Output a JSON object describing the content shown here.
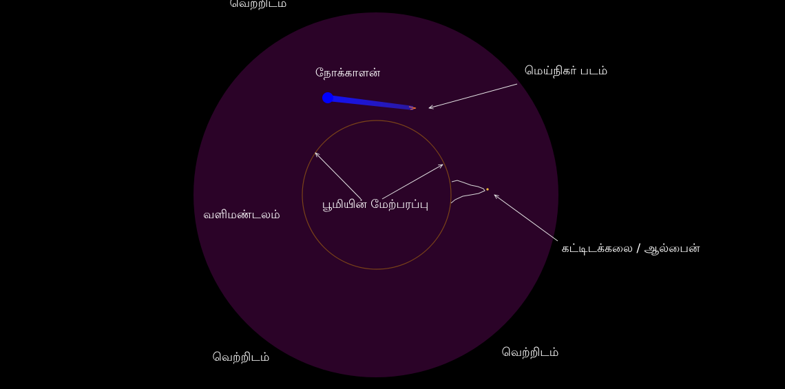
{
  "colors": {
    "background": "#000000",
    "atmosphere_fill": "#2b0328",
    "surface_stroke": "#7a4318",
    "observer": "#0000ff",
    "label": "#ffffff",
    "arrow": "#e8e8e8"
  },
  "labels": {
    "void_top": "வெற்றிடம்",
    "void_bottom_left": "வெற்றிடம்",
    "void_bottom_right": "வெற்றிடம்",
    "observer": "நோக்காளன்",
    "true_image": "மெய்நிகர் படம்",
    "atmosphere": "வளிமண்டலம்",
    "earth_surface": "பூமியின் மேற்பரப்பு",
    "mountain": "கட்டிடக்கலை / ஆல்பைன்"
  },
  "icons": {
    "observer": "observer-dot-icon"
  }
}
